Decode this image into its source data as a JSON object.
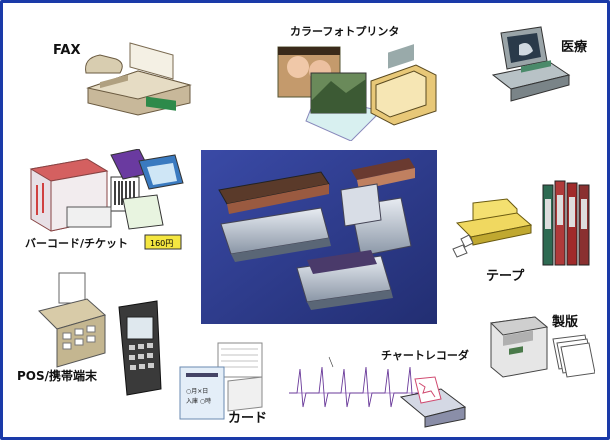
{
  "labels": {
    "fax": "FAX",
    "color_photo_printer": "カラーフォトプリンタ",
    "medical": "医療",
    "barcode_ticket": "バーコード/チケット",
    "tape": "テープ",
    "pos_terminal": "POS/携帯端末",
    "chart_recorder": "チャートレコーダ",
    "plate_making": "製版",
    "card": "カード"
  },
  "card_text": {
    "line1": "○月×日",
    "line2": "入庫 ○時",
    "price": "160円"
  },
  "colors": {
    "frame": "#1a3aa8",
    "center_photo_bg": "#2a3a8c"
  }
}
